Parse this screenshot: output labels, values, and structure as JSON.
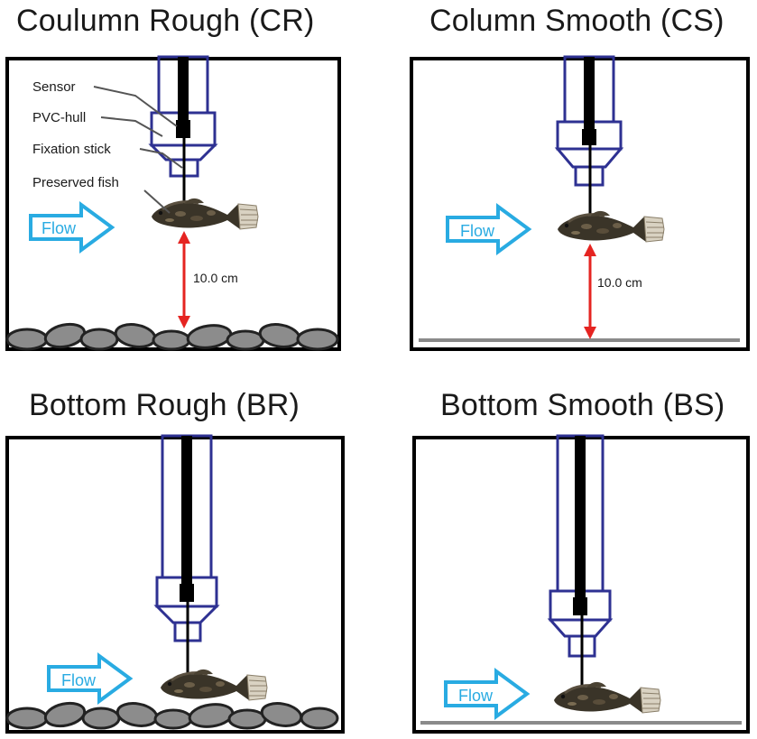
{
  "panels": {
    "cr": {
      "title": "Coulumn Rough (CR)"
    },
    "cs": {
      "title": "Column Smooth (CS)"
    },
    "br": {
      "title": "Bottom Rough (BR)"
    },
    "bs": {
      "title": "Bottom Smooth (BS)"
    }
  },
  "labels": {
    "sensor": "Sensor",
    "pvc_hull": "PVC-hull",
    "fixation_stick": "Fixation stick",
    "preserved_fish": "Preserved fish",
    "flow": "Flow",
    "distance": "10.0 cm"
  },
  "colors": {
    "hull": "#2e3192",
    "flow_arrow": "#29abe2",
    "distance_arrow": "#e52421",
    "smooth_bottom": "#8a8a8a",
    "stone_fill": "#8c8c8c",
    "frame": "#000000"
  }
}
